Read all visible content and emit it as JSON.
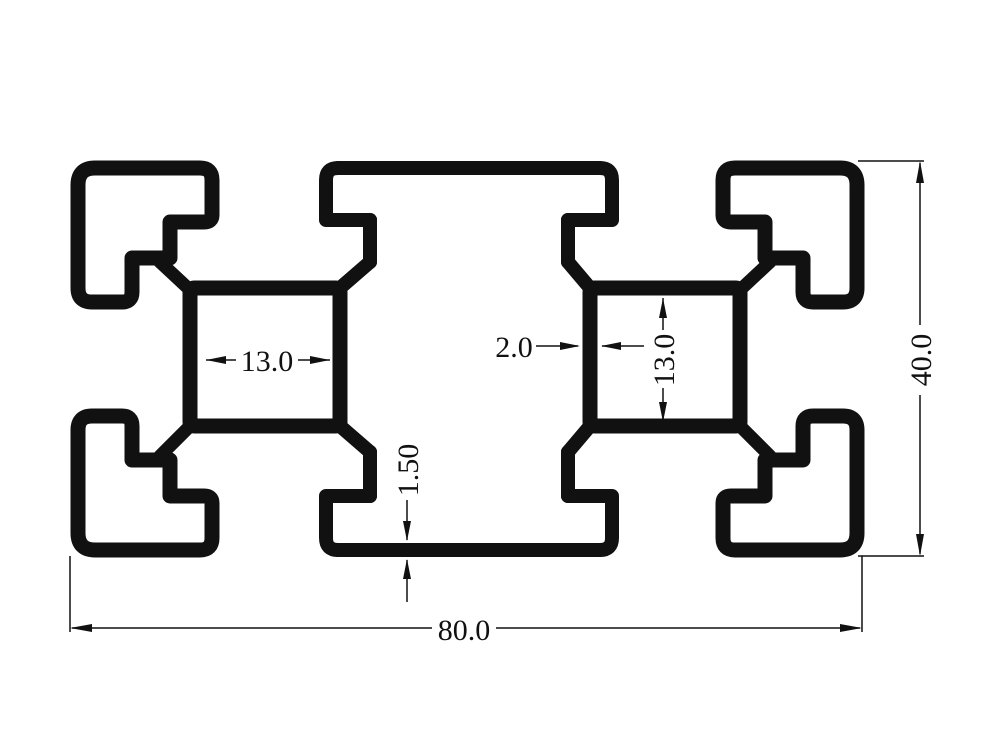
{
  "drawing": {
    "subject": "80x40 aluminum T-slot extrusion profile cross-section",
    "line_color": "#111111",
    "background": "#ffffff",
    "dimensions": {
      "overall_width": "80.0",
      "overall_height": "40.0",
      "cavity_width": "13.0",
      "cavity_height": "13.0",
      "web_thickness": "2.0",
      "wall_thickness": "1.50"
    }
  }
}
